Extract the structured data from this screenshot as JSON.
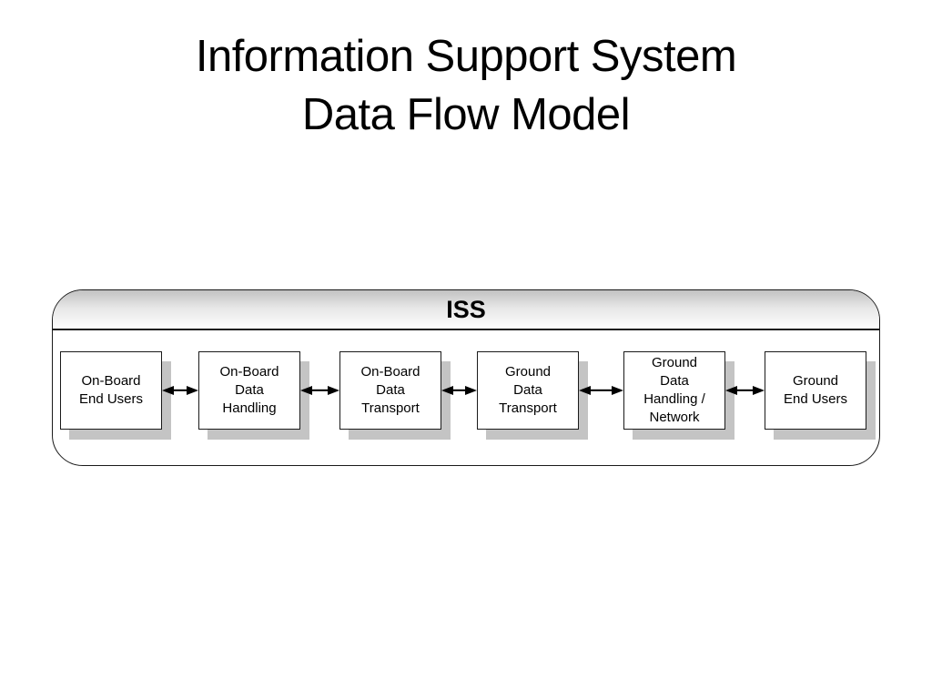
{
  "slide": {
    "title_line1": "Information Support System",
    "title_line2": "Data Flow Model"
  },
  "diagram": {
    "container_label": "ISS",
    "nodes": [
      {
        "id": "on-board-end-users",
        "lines": [
          "On-Board",
          "End Users"
        ]
      },
      {
        "id": "on-board-data-handling",
        "lines": [
          "On-Board",
          "Data",
          "Handling"
        ]
      },
      {
        "id": "on-board-data-transport",
        "lines": [
          "On-Board",
          "Data",
          "Transport"
        ]
      },
      {
        "id": "ground-data-transport",
        "lines": [
          "Ground",
          "Data",
          "Transport"
        ]
      },
      {
        "id": "ground-data-handling-network",
        "lines": [
          "Ground",
          "Data",
          "Handling /",
          "Network"
        ]
      },
      {
        "id": "ground-end-users",
        "lines": [
          "Ground",
          "End Users"
        ]
      }
    ],
    "connectors": [
      {
        "type": "bidirectional-arrow",
        "from": "on-board-end-users",
        "to": "on-board-data-handling"
      },
      {
        "type": "bidirectional-arrow",
        "from": "on-board-data-handling",
        "to": "on-board-data-transport"
      },
      {
        "type": "bidirectional-arrow",
        "from": "on-board-data-transport",
        "to": "ground-data-transport"
      },
      {
        "type": "bidirectional-arrow",
        "from": "ground-data-transport",
        "to": "ground-data-handling-network"
      },
      {
        "type": "bidirectional-arrow",
        "from": "ground-data-handling-network",
        "to": "ground-end-users"
      }
    ],
    "colors": {
      "background": "#ffffff",
      "text": "#000000",
      "border": "#1a1a1a",
      "box_shadow": "#c4c4c4",
      "header_gradient_top": "#c2c2c2",
      "header_gradient_bottom": "#fdfdfd",
      "arrow": "#000000"
    }
  }
}
